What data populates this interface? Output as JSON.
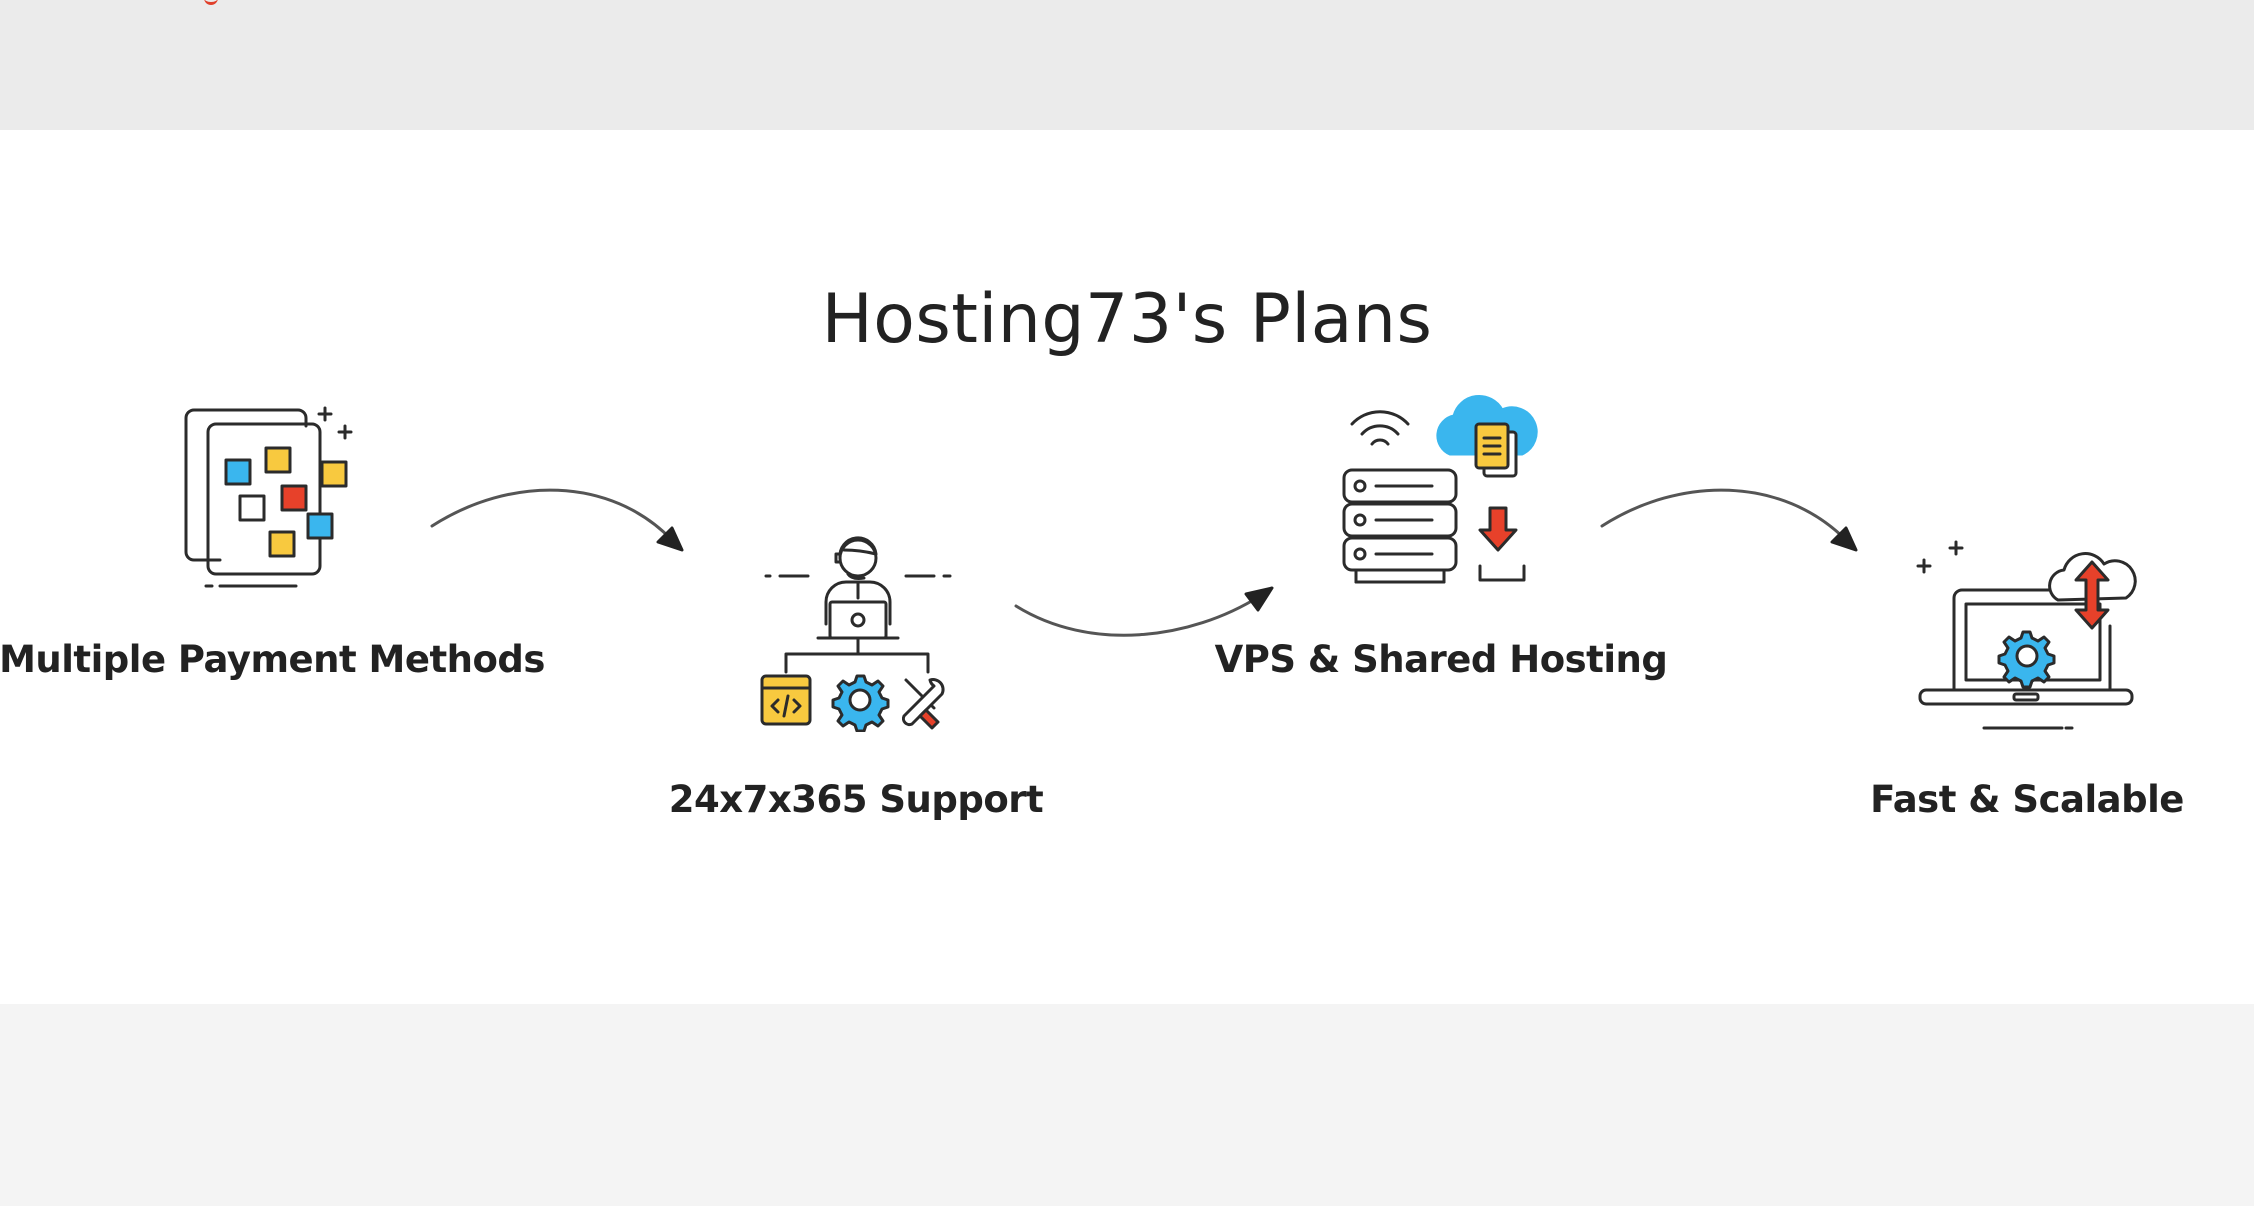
{
  "section": {
    "title": "Hosting73's Plans"
  },
  "features": [
    {
      "label": "Multiple Payment Methods",
      "icon": "payment-methods-icon"
    },
    {
      "label": "24x7x365 Support",
      "icon": "support-agent-icon"
    },
    {
      "label": "VPS & Shared Hosting",
      "icon": "server-hosting-icon"
    },
    {
      "label": "Fast & Scalable",
      "icon": "laptop-cloud-icon"
    }
  ],
  "colors": {
    "accent_blue": "#3ab6ee",
    "accent_yellow": "#f8c93f",
    "accent_red": "#e7412a",
    "stroke": "#2b2b2b"
  }
}
